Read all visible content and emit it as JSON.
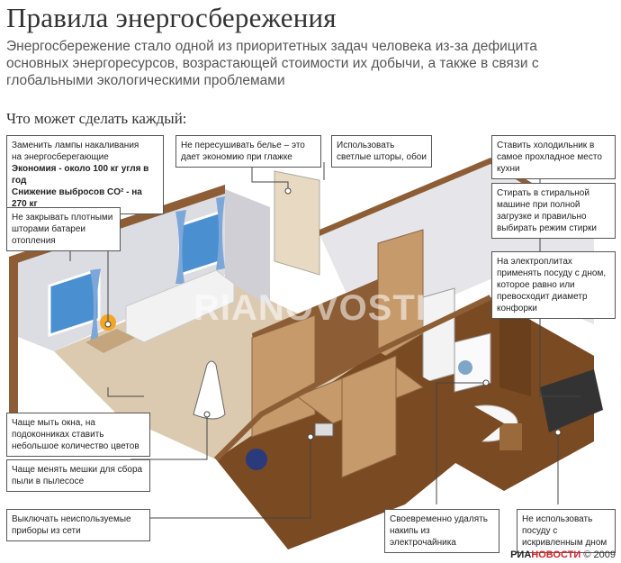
{
  "header": {
    "title": "Правила энергосбережения",
    "subtitle": "Энергосбережение стало одной из приоритетных задач человека из-за дефицита основных энергоресурсов, возрастающей стоимости их добычи, а также в связи с глобальными экологическими проблемами",
    "section": "Что может сделать каждый:"
  },
  "tips": {
    "lamps": {
      "line1": "Заменить лампы накаливания",
      "line2": "на  энергосберегающие",
      "line3": "Экономия - около 100 кг угля в год",
      "line4": "Снижение выбросов CO² -  на 270 кг"
    },
    "ironing": "Не пересушивать белье – это дает экономию при глажке",
    "curtains_light": "Использовать светлые шторы, обои",
    "fridge": "Ставить холодильник в самое прохладное место кухни",
    "batteries": "Не закрывать плотными шторами батареи отопления",
    "washing": "Стирать в стиральной машине при полной загрузке и правильно выбирать режим стирки",
    "stove": "На электроплитах применять посуду с дном, которое равно или превосходит диаметр конфорки",
    "windows": "Чаще мыть окна, на подоконниках ставить небольшое количество цветов",
    "vacuum": "Чаще менять мешки для сбора пыли в пылесосе",
    "devices": "Выключать неиспользуемые приборы из сети",
    "kettle": "Своевременно удалять накипь из электрочайника",
    "pots": "Не использовать посуду с искривленным дном"
  },
  "footer": {
    "brand_ria": "РИА",
    "brand_novosti": "НОВОСТИ",
    "copyright": "© 2009"
  },
  "watermark": "RIANOVOSTI",
  "colors": {
    "floor_wood": "#7a4a22",
    "floor_tile": "#d9c6a8",
    "wall_left": "#d8d8dc",
    "wall_top": "#8d5e35",
    "curtain": "#7da7d9"
  }
}
